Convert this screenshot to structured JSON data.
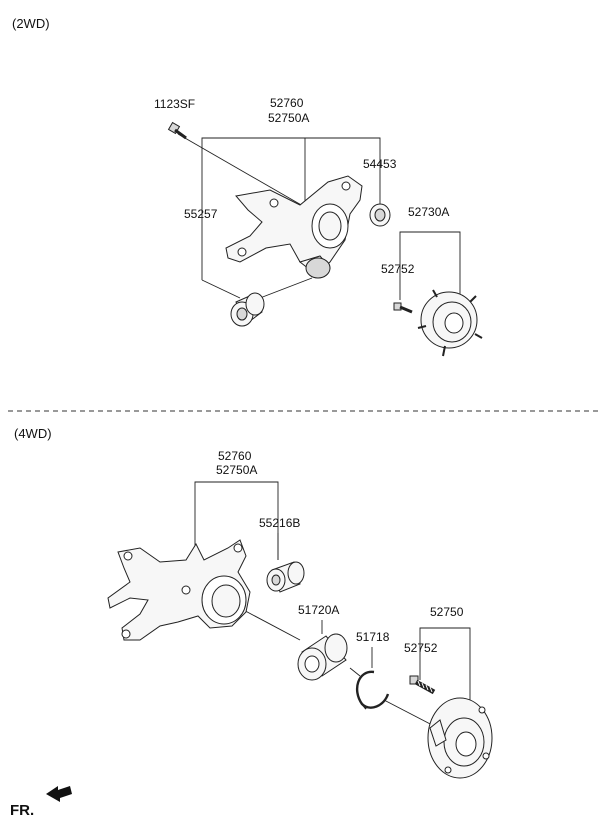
{
  "sections": {
    "top_label": "(2WD)",
    "bottom_label": "(4WD)"
  },
  "callouts_2wd": {
    "c1123sf": "1123SF",
    "c52760": "52760",
    "c52750a": "52750A",
    "c54453": "54453",
    "c55257": "55257",
    "c52730a": "52730A",
    "c52752": "52752"
  },
  "callouts_4wd": {
    "c52760": "52760",
    "c52750a": "52750A",
    "c55216b": "55216B",
    "c51720a": "51720A",
    "c51718": "51718",
    "c52750": "52750",
    "c52752": "52752"
  },
  "footer": {
    "direction_label": "FR."
  }
}
